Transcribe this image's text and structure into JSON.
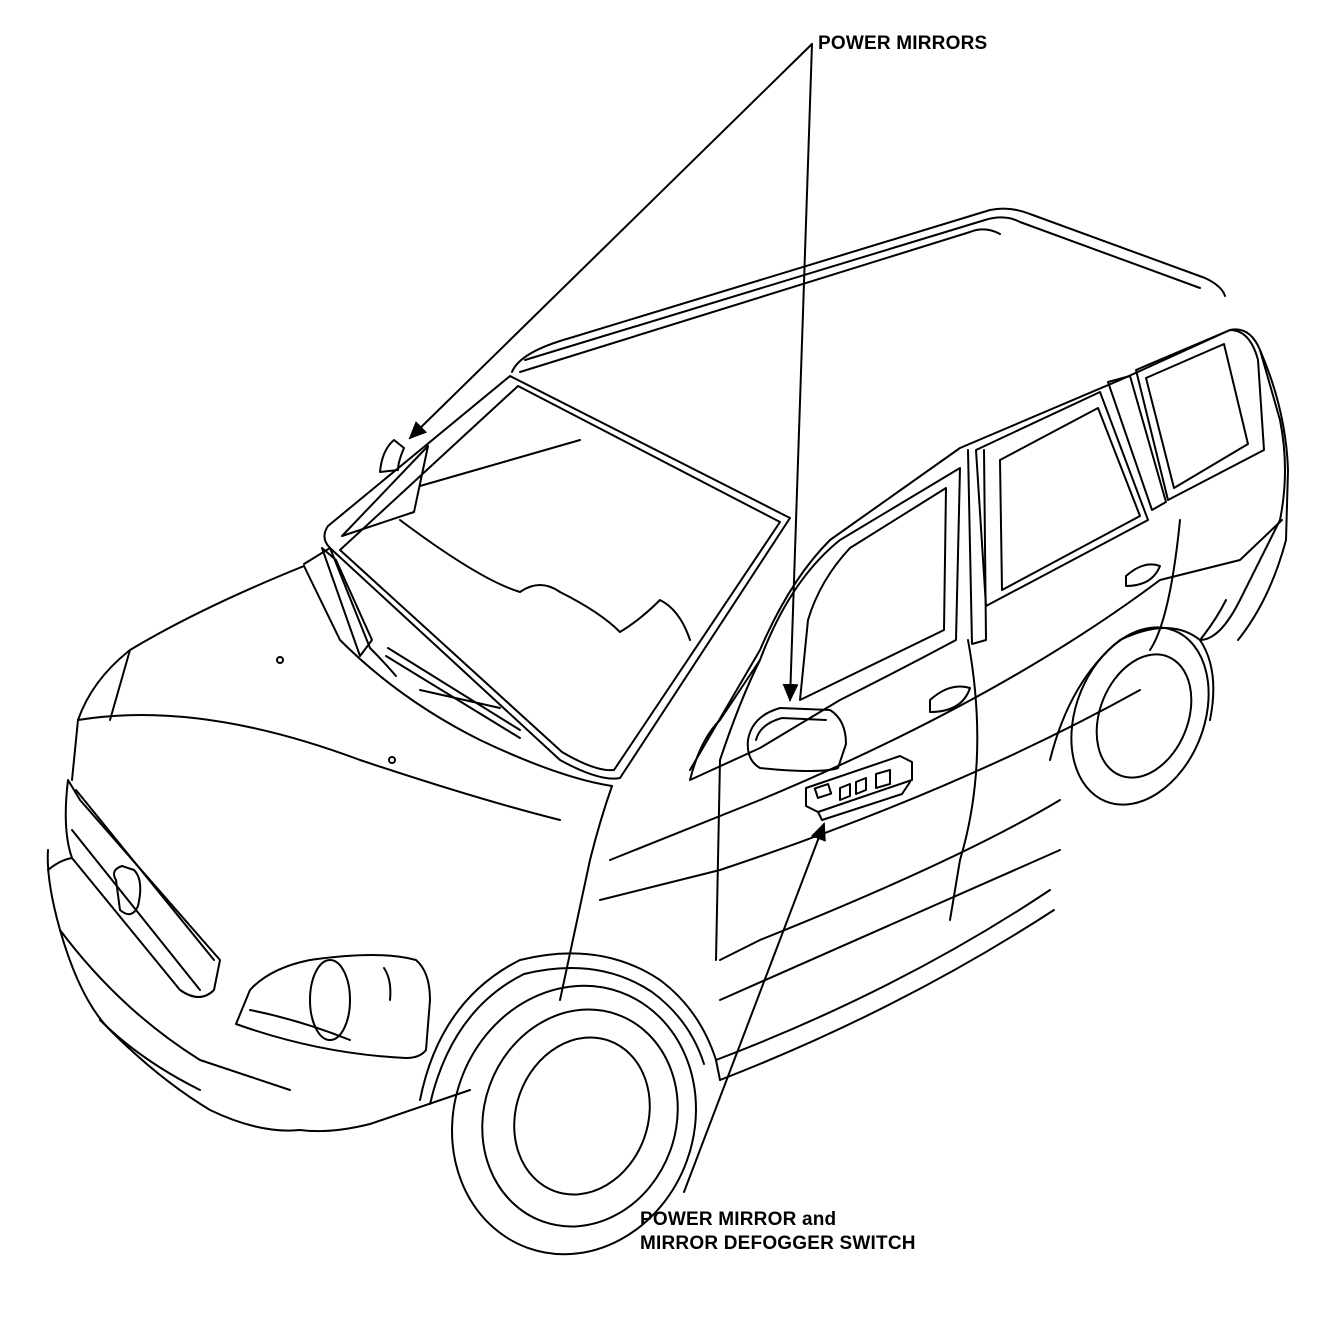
{
  "labels": {
    "power_mirrors": "POWER MIRRORS",
    "switch_line1": "POWER MIRROR and",
    "switch_line2": "MIRROR DEFOGGER SWITCH"
  },
  "colors": {
    "line": "#000000",
    "background": "#ffffff"
  }
}
